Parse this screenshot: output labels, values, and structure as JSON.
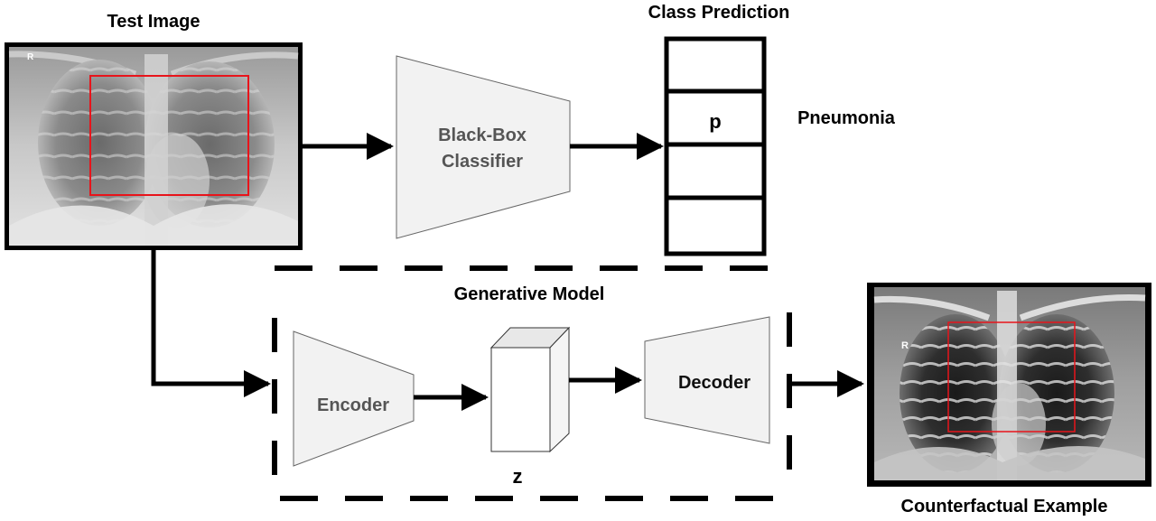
{
  "labels": {
    "test_image": "Test Image",
    "class_prediction": "Class Prediction",
    "classifier_line1": "Black-Box",
    "classifier_line2": "Classifier",
    "prediction_cell": "p",
    "prediction_class": "Pneumonia",
    "generative_model": "Generative Model",
    "encoder": "Encoder",
    "latent": "z",
    "decoder": "Decoder",
    "counterfactual": "Counterfactual Example"
  },
  "xray_left_marker": "R",
  "xray_right_marker": "R",
  "colors": {
    "highlight_box": "#e8141b",
    "block_fill": "#f2f2f2",
    "block_text": "#555555"
  }
}
